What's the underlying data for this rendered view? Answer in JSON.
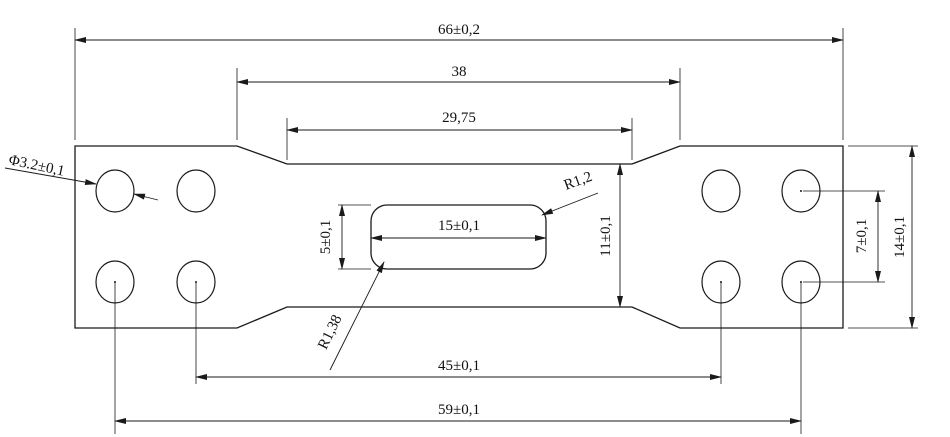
{
  "dimensions": {
    "overall_length": "66±0,2",
    "shoulder_length": "38",
    "neck_length": "29,75",
    "hole_diameter": "Φ3.2±0,1",
    "slot_radius": "R1,2",
    "slot_length": "15±0,1",
    "slot_width": "5±0,1",
    "neck_width": "11±0,1",
    "end_hole_spacing": "7±0,1",
    "end_width": "14±0,1",
    "slot_corner_radius": "R1,38",
    "inner_hole_pitch": "45±0,1",
    "outer_hole_pitch": "59±0,1"
  }
}
